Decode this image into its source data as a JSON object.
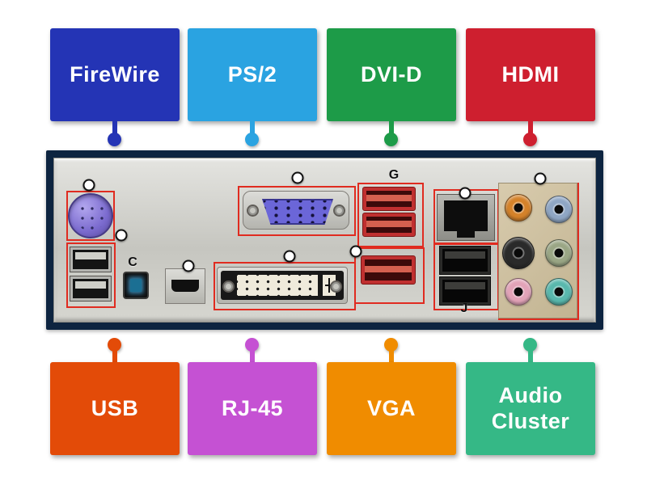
{
  "labels": {
    "top": [
      {
        "text": "FireWire",
        "color": "#2434b5"
      },
      {
        "text": "PS/2",
        "color": "#2aa3e1"
      },
      {
        "text": "DVI-D",
        "color": "#1d9b48"
      },
      {
        "text": "HDMI",
        "color": "#ce1f2f"
      }
    ],
    "bottom": [
      {
        "text": "USB",
        "color": "#e34b08"
      },
      {
        "text": "RJ-45",
        "color": "#c551d3"
      },
      {
        "text": "VGA",
        "color": "#f08c00"
      },
      {
        "text": "Audio Cluster",
        "color": "#35b886"
      }
    ]
  },
  "diagram": {
    "frame_color": "#0d2440",
    "highlight_color": "#e02b20",
    "port_letters": {
      "optical": "C",
      "esata_pair": "G",
      "usb_pair_right": "J"
    },
    "ports": [
      "ps2-port",
      "usb-ports-left",
      "optical-audio-port",
      "hdmi-port",
      "vga-port",
      "dvi-port",
      "esata-ports-top",
      "firewire-port",
      "rj45-port",
      "usb-ports-right",
      "audio-jack-cluster"
    ]
  }
}
